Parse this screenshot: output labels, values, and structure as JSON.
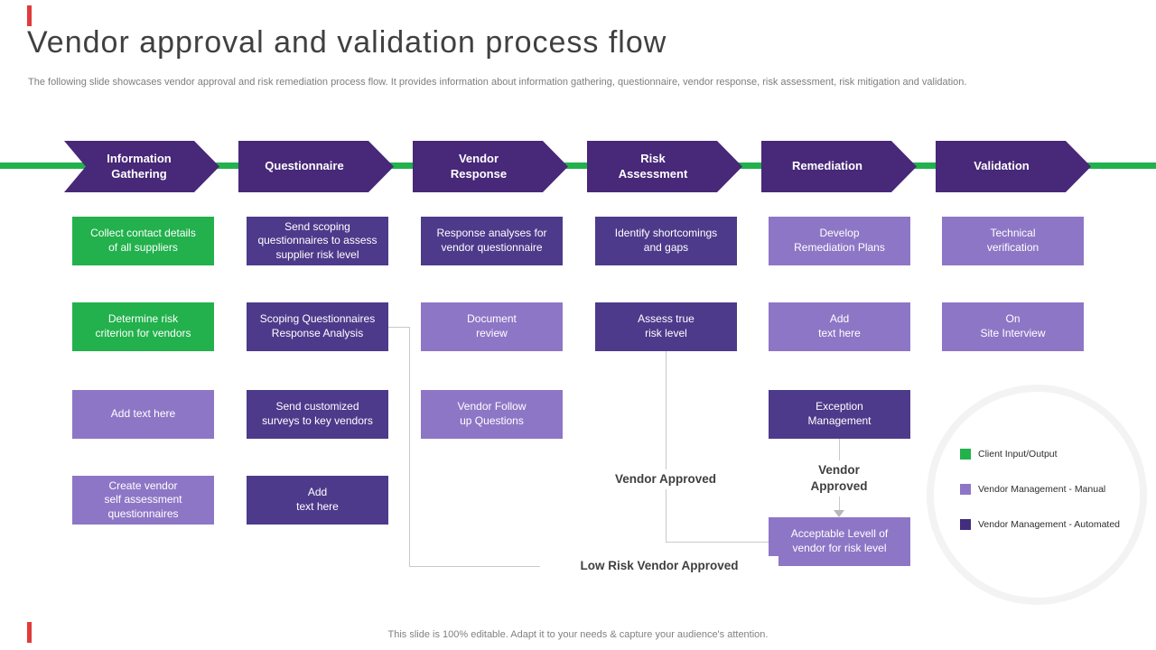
{
  "slide": {
    "title": "Vendor approval and validation process flow",
    "subtitle": "The following slide showcases vendor approval and risk remediation process flow. It provides information about information gathering, questionnaire, vendor response, risk assessment, risk mitigation and validation.",
    "footer": "This slide is 100% editable. Adapt it to your needs & capture your audience's attention."
  },
  "palette": {
    "timeline_green": "#22b14c",
    "stage_banner_purple": "#482878",
    "client_input_output": "#22b14c",
    "vendor_mgmt_manual": "#8e76c6",
    "vendor_mgmt_automated": "#4d3a8b",
    "connector_gray": "#c9c9c9",
    "accent_red": "#e13b3b"
  },
  "process": {
    "stages": [
      {
        "label": "Information\nGathering",
        "steps": [
          {
            "text": "Collect contact details\nof all suppliers",
            "type": "client"
          },
          {
            "text": "Determine risk\ncriterion for vendors",
            "type": "client"
          },
          {
            "text": "Add text here",
            "type": "manual"
          },
          {
            "text": "Create vendor\nself assessment\nquestionnaires",
            "type": "manual"
          }
        ]
      },
      {
        "label": "Questionnaire",
        "steps": [
          {
            "text": "Send scoping\nquestionnaires to assess\nsupplier risk level",
            "type": "automated"
          },
          {
            "text": "Scoping Questionnaires\nResponse Analysis",
            "type": "automated"
          },
          {
            "text": "Send customized\nsurveys to key vendors",
            "type": "automated"
          },
          {
            "text": "Add\ntext here",
            "type": "automated"
          }
        ]
      },
      {
        "label": "Vendor\nResponse",
        "steps": [
          {
            "text": "Response analyses for\nvendor questionnaire",
            "type": "automated"
          },
          {
            "text": "Document\nreview",
            "type": "manual"
          },
          {
            "text": "Vendor Follow\nup Questions",
            "type": "manual"
          }
        ]
      },
      {
        "label": "Risk\nAssessment",
        "steps": [
          {
            "text": "Identify shortcomings\nand gaps",
            "type": "automated"
          },
          {
            "text": "Assess true\nrisk level",
            "type": "automated"
          }
        ]
      },
      {
        "label": "Remediation",
        "steps": [
          {
            "text": "Develop\nRemediation Plans",
            "type": "manual"
          },
          {
            "text": "Add\ntext here",
            "type": "manual"
          },
          {
            "text": "Exception\nManagement",
            "type": "automated"
          },
          {
            "text": "Acceptable Levell of\nvendor for risk level",
            "type": "manual"
          }
        ]
      },
      {
        "label": "Validation",
        "steps": [
          {
            "text": "Technical\nverification",
            "type": "manual"
          },
          {
            "text": "On\nSite Interview",
            "type": "manual"
          }
        ]
      }
    ]
  },
  "annotations": {
    "vendor_approved_risk": "Vendor Approved",
    "vendor_approved_remediation": "Vendor\nApproved",
    "low_risk_vendor_approved": "Low Risk Vendor Approved"
  },
  "legend": {
    "items": [
      {
        "label": "Client Input/Output",
        "color": "#22b14c"
      },
      {
        "label": "Vendor Management - Manual",
        "color": "#8e76c6"
      },
      {
        "label": "Vendor Management - Automated",
        "color": "#432d7d"
      }
    ]
  }
}
